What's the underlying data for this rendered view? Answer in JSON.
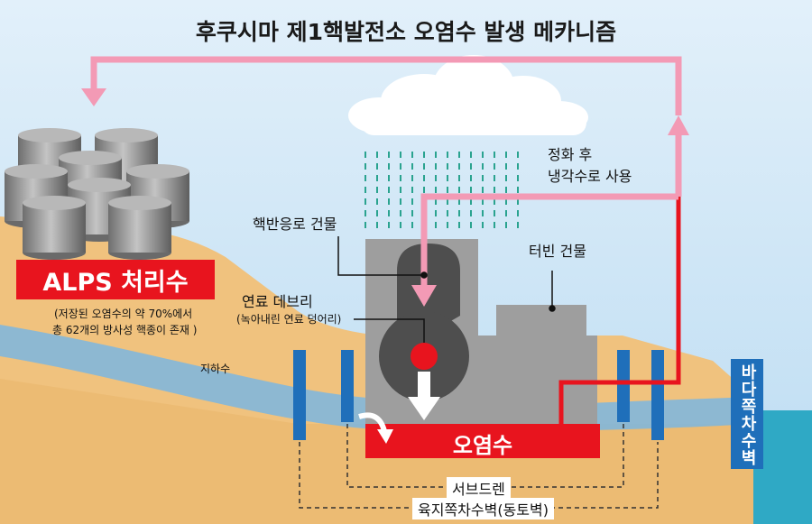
{
  "title": "후쿠시마 제1핵발전소 오염수 발생 메카니즘",
  "labels": {
    "alps": "ALPS 처리수",
    "alps_note_1": "(저장된 오염수의 약 70%에서",
    "alps_note_2": "총 62개의 방사성 핵종이 존재 )",
    "groundwater": "지하수",
    "purified_1": "정화 후",
    "purified_2": "냉각수로 사용",
    "reactor_building": "핵반응로 건물",
    "turbine_building": "터빈 건물",
    "fuel_debris": "연료 데브리",
    "fuel_debris_note": "(녹아내린 연료 덩어리)",
    "contaminated_water": "오염수",
    "seaside_wall": "바다쪽차수벽",
    "subdrain": "서브드렌",
    "landside_wall": "육지쪽차수벽(동토벽)"
  },
  "colors": {
    "sky": "#cfe6f6",
    "ground": "#f0c27e",
    "groundwater": "#7bb6e0",
    "sea": "#2fa9c5",
    "building": "#9e9e9e",
    "vessel": "#4e4e4e",
    "red": "#e8141e",
    "pink": "#f39ab5",
    "wall": "#1f6fba",
    "tank": "#8f8f8f"
  }
}
